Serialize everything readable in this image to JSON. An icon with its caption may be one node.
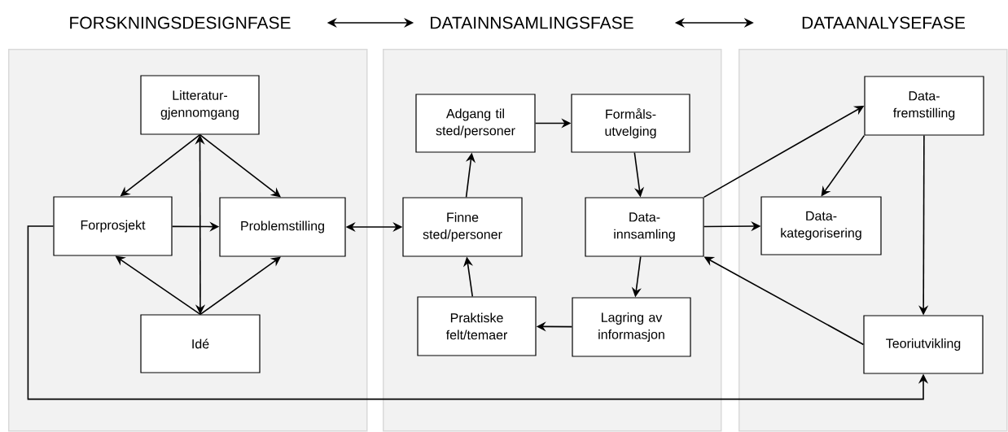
{
  "diagram": {
    "nodes": [
      {
        "text": [
          "FORSKNINGSDESIGNFASE"
        ]
      },
      {
        "text": [
          "DATAINNSAMLINGSFASE"
        ]
      },
      {
        "text": [
          "DATAANALYSEFASE"
        ]
      },
      {
        "text": [
          "Litteratur- gjennomgang"
        ],
        "in": 0
      },
      {
        "text": [
          "Forprosjekt"
        ],
        "in": 0
      },
      {
        "text": [
          "Problemstilling"
        ],
        "in": 0
      },
      {
        "text": [
          "Idé"
        ],
        "in": 0
      },
      {
        "text": [
          "Adgang til sted/personer"
        ],
        "in": 1
      },
      {
        "text": [
          "Formåls- utvelging"
        ],
        "in": 1
      },
      {
        "text": [
          "Finne sted/personer"
        ],
        "in": 1
      },
      {
        "text": [
          "Data- innsamling"
        ],
        "in": 1
      },
      {
        "text": [
          "Praktiske felt/temaer"
        ],
        "in": 1
      },
      {
        "text": [
          "Lagring av informasjon"
        ],
        "in": 1
      },
      {
        "text": [
          "Data- fremstilling"
        ],
        "in": 2
      },
      {
        "text": [
          "Data- kategorisering"
        ],
        "in": 2
      },
      {
        "text": [
          "Teoriutvikling"
        ],
        "in": 2
      }
    ],
    "edges": [
      {
        "from": 0,
        "to": 1,
        "arrow": "both"
      },
      {
        "from": 1,
        "to": 2,
        "arrow": "both"
      },
      {
        "from": 3,
        "to": 4,
        "arrow": "to"
      },
      {
        "from": 3,
        "to": 5,
        "arrow": "to"
      },
      {
        "from": 3,
        "to": 6,
        "arrow": "both"
      },
      {
        "from": 6,
        "to": 4,
        "arrow": "to"
      },
      {
        "from": 6,
        "to": 5,
        "arrow": "to"
      },
      {
        "from": 4,
        "to": 5,
        "arrow": "to"
      },
      {
        "from": 5,
        "to": 9,
        "arrow": "both"
      },
      {
        "from": 9,
        "to": 7,
        "arrow": "to"
      },
      {
        "from": 7,
        "to": 8,
        "arrow": "to"
      },
      {
        "from": 8,
        "to": 10,
        "arrow": "to"
      },
      {
        "from": 10,
        "to": 12,
        "arrow": "to"
      },
      {
        "from": 12,
        "to": 11,
        "arrow": "to"
      },
      {
        "from": 11,
        "to": 9,
        "arrow": "to"
      },
      {
        "from": 10,
        "to": 13,
        "arrow": "to"
      },
      {
        "from": 10,
        "to": 14,
        "arrow": "to"
      },
      {
        "from": 13,
        "to": 14,
        "arrow": "to"
      },
      {
        "from": 13,
        "to": 15,
        "arrow": "to"
      },
      {
        "from": 15,
        "to": 10,
        "arrow": "to"
      },
      {
        "from": 4,
        "to": 15,
        "arrow": "to"
      }
    ]
  }
}
